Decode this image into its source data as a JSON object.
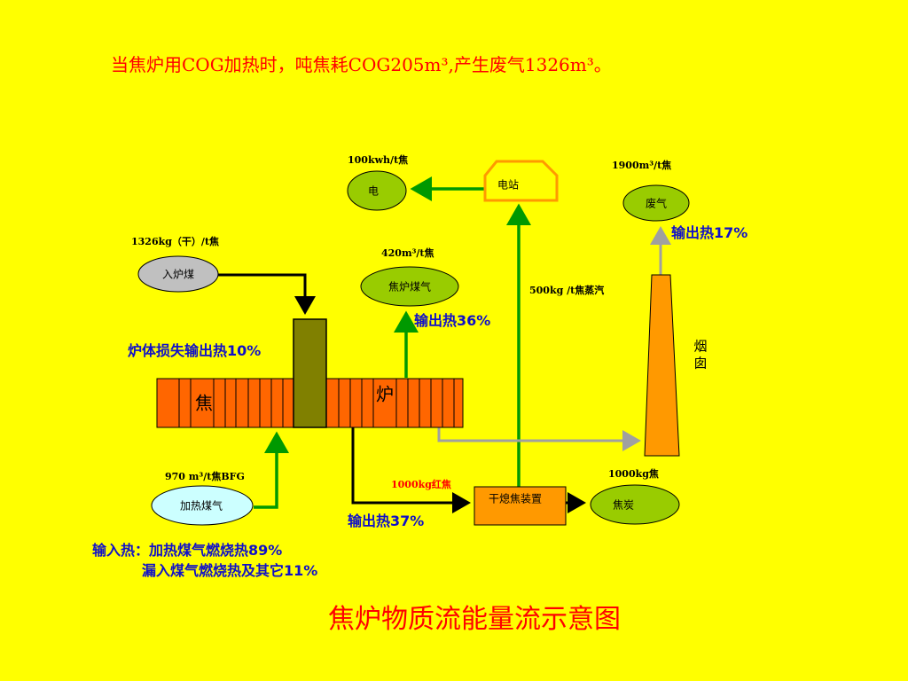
{
  "header_note": "当焦炉用COG加热时，吨焦耗COG205m³,产生废气1326m³。",
  "title": "焦炉物质流能量流示意图",
  "nodes": {
    "electricity": {
      "label": "电",
      "amount": "100kwh/t焦"
    },
    "power_station": {
      "label": "电站"
    },
    "waste_gas": {
      "label": "废气",
      "amount": "1900m³/t焦"
    },
    "coal_input": {
      "label": "入炉煤",
      "amount": "1326kg（干）/t焦"
    },
    "coke_oven_gas": {
      "label": "焦炉煤气",
      "amount": "420m³/t焦"
    },
    "heating_gas": {
      "label": "加热煤气",
      "amount": "970 m³/t焦BFG"
    },
    "cdq": {
      "label": "干熄焦装置"
    },
    "coke": {
      "label": "焦炭",
      "amount": "1000kg焦"
    },
    "chimney": {
      "label_line1": "烟",
      "label_line2": "囱"
    },
    "oven": {
      "label_left": "焦",
      "label_right": "炉"
    }
  },
  "flows": {
    "steam": "500kg /t焦蒸汽",
    "red_coke": "1000kg红焦"
  },
  "heat_labels": {
    "gas_out": "输出热36%",
    "waste_out": "输出热17%",
    "body_loss": "炉体损失输出热10%",
    "coke_out": "输出热37%"
  },
  "heat_input": {
    "line1": "输入热：加热煤气燃烧热89%",
    "line2": "漏入煤气燃烧热及其它11%"
  },
  "colors": {
    "background": "#ffff00",
    "red_text": "#ff0000",
    "blue_text": "#1010c8",
    "oven_orange": "#ff6600",
    "chamber_olive": "#808000",
    "green_node": "#99cc00",
    "green_arrow": "#009900",
    "gray_node": "#c0c0c0",
    "light_blue_node": "#ccffff",
    "cdq_orange": "#ff9900",
    "chimney_orange": "#ff9900",
    "gray_arrow": "#a0a0a0"
  }
}
